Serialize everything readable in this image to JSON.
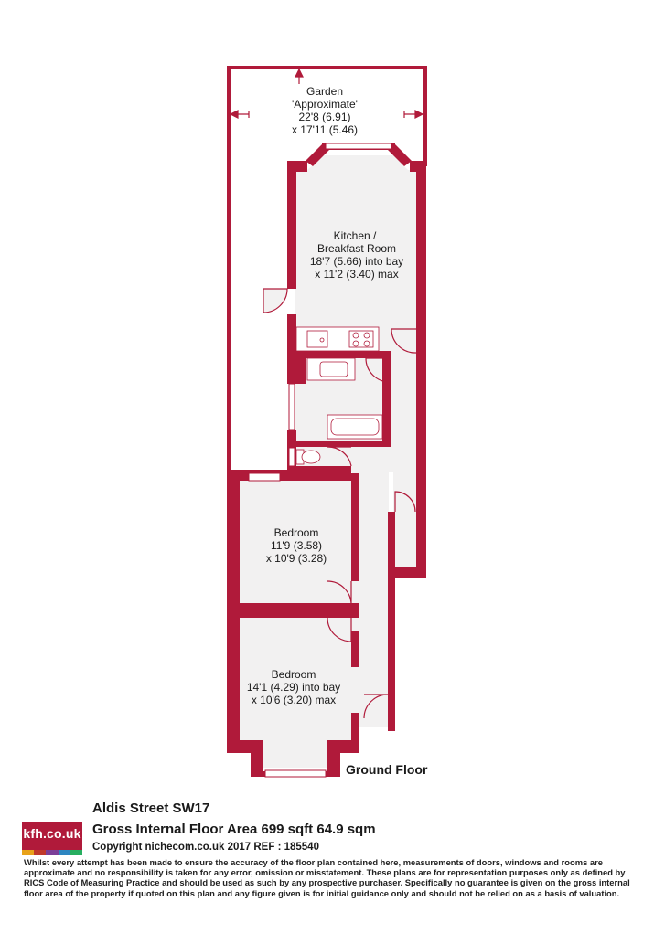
{
  "rooms": {
    "garden": {
      "name": "Garden",
      "note": "'Approximate'",
      "dim1": "22'8 (6.91)",
      "dim2": "x 17'11 (5.46)"
    },
    "kitchen": {
      "name1": "Kitchen /",
      "name2": "Breakfast Room",
      "dim1": "18'7 (5.66) into bay",
      "dim2": "x 11'2 (3.40) max"
    },
    "bedroom1": {
      "name": "Bedroom",
      "dim1": "11'9 (3.58)",
      "dim2": "x 10'9 (3.28)"
    },
    "bedroom2": {
      "name": "Bedroom",
      "dim1": "14'1 (4.29) into bay",
      "dim2": "x 10'6 (3.20) max"
    }
  },
  "floor_label": "Ground Floor",
  "footer": {
    "logo_text": "kfh.co.uk",
    "address": "Aldis Street  SW17",
    "area": "Gross Internal Floor Area 699 sqft 64.9 sqm",
    "copyright": "Copyright nichecom.co.uk 2017 REF : 185540",
    "disclaimer": "Whilst every attempt has been made to ensure the accuracy of the floor plan contained here, measurements of doors, windows and rooms are approximate and no responsibility is taken for any error, omission or misstatement.  These plans are for representation purposes only as defined by RICS Code of Measuring Practice and should be used as such by any prospective purchaser.  Specifically no guarantee is given on the gross internal floor area of the property if quoted on this plan and any figure given is for initial guidance only and should not be relied on as a basis of valuation."
  },
  "colors": {
    "wall": "#b01a3a",
    "floor": "#f2f1f1",
    "logo_stripe": [
      "#e8a21a",
      "#c0392b",
      "#7b3f98",
      "#2e86c1",
      "#27ae60"
    ]
  }
}
